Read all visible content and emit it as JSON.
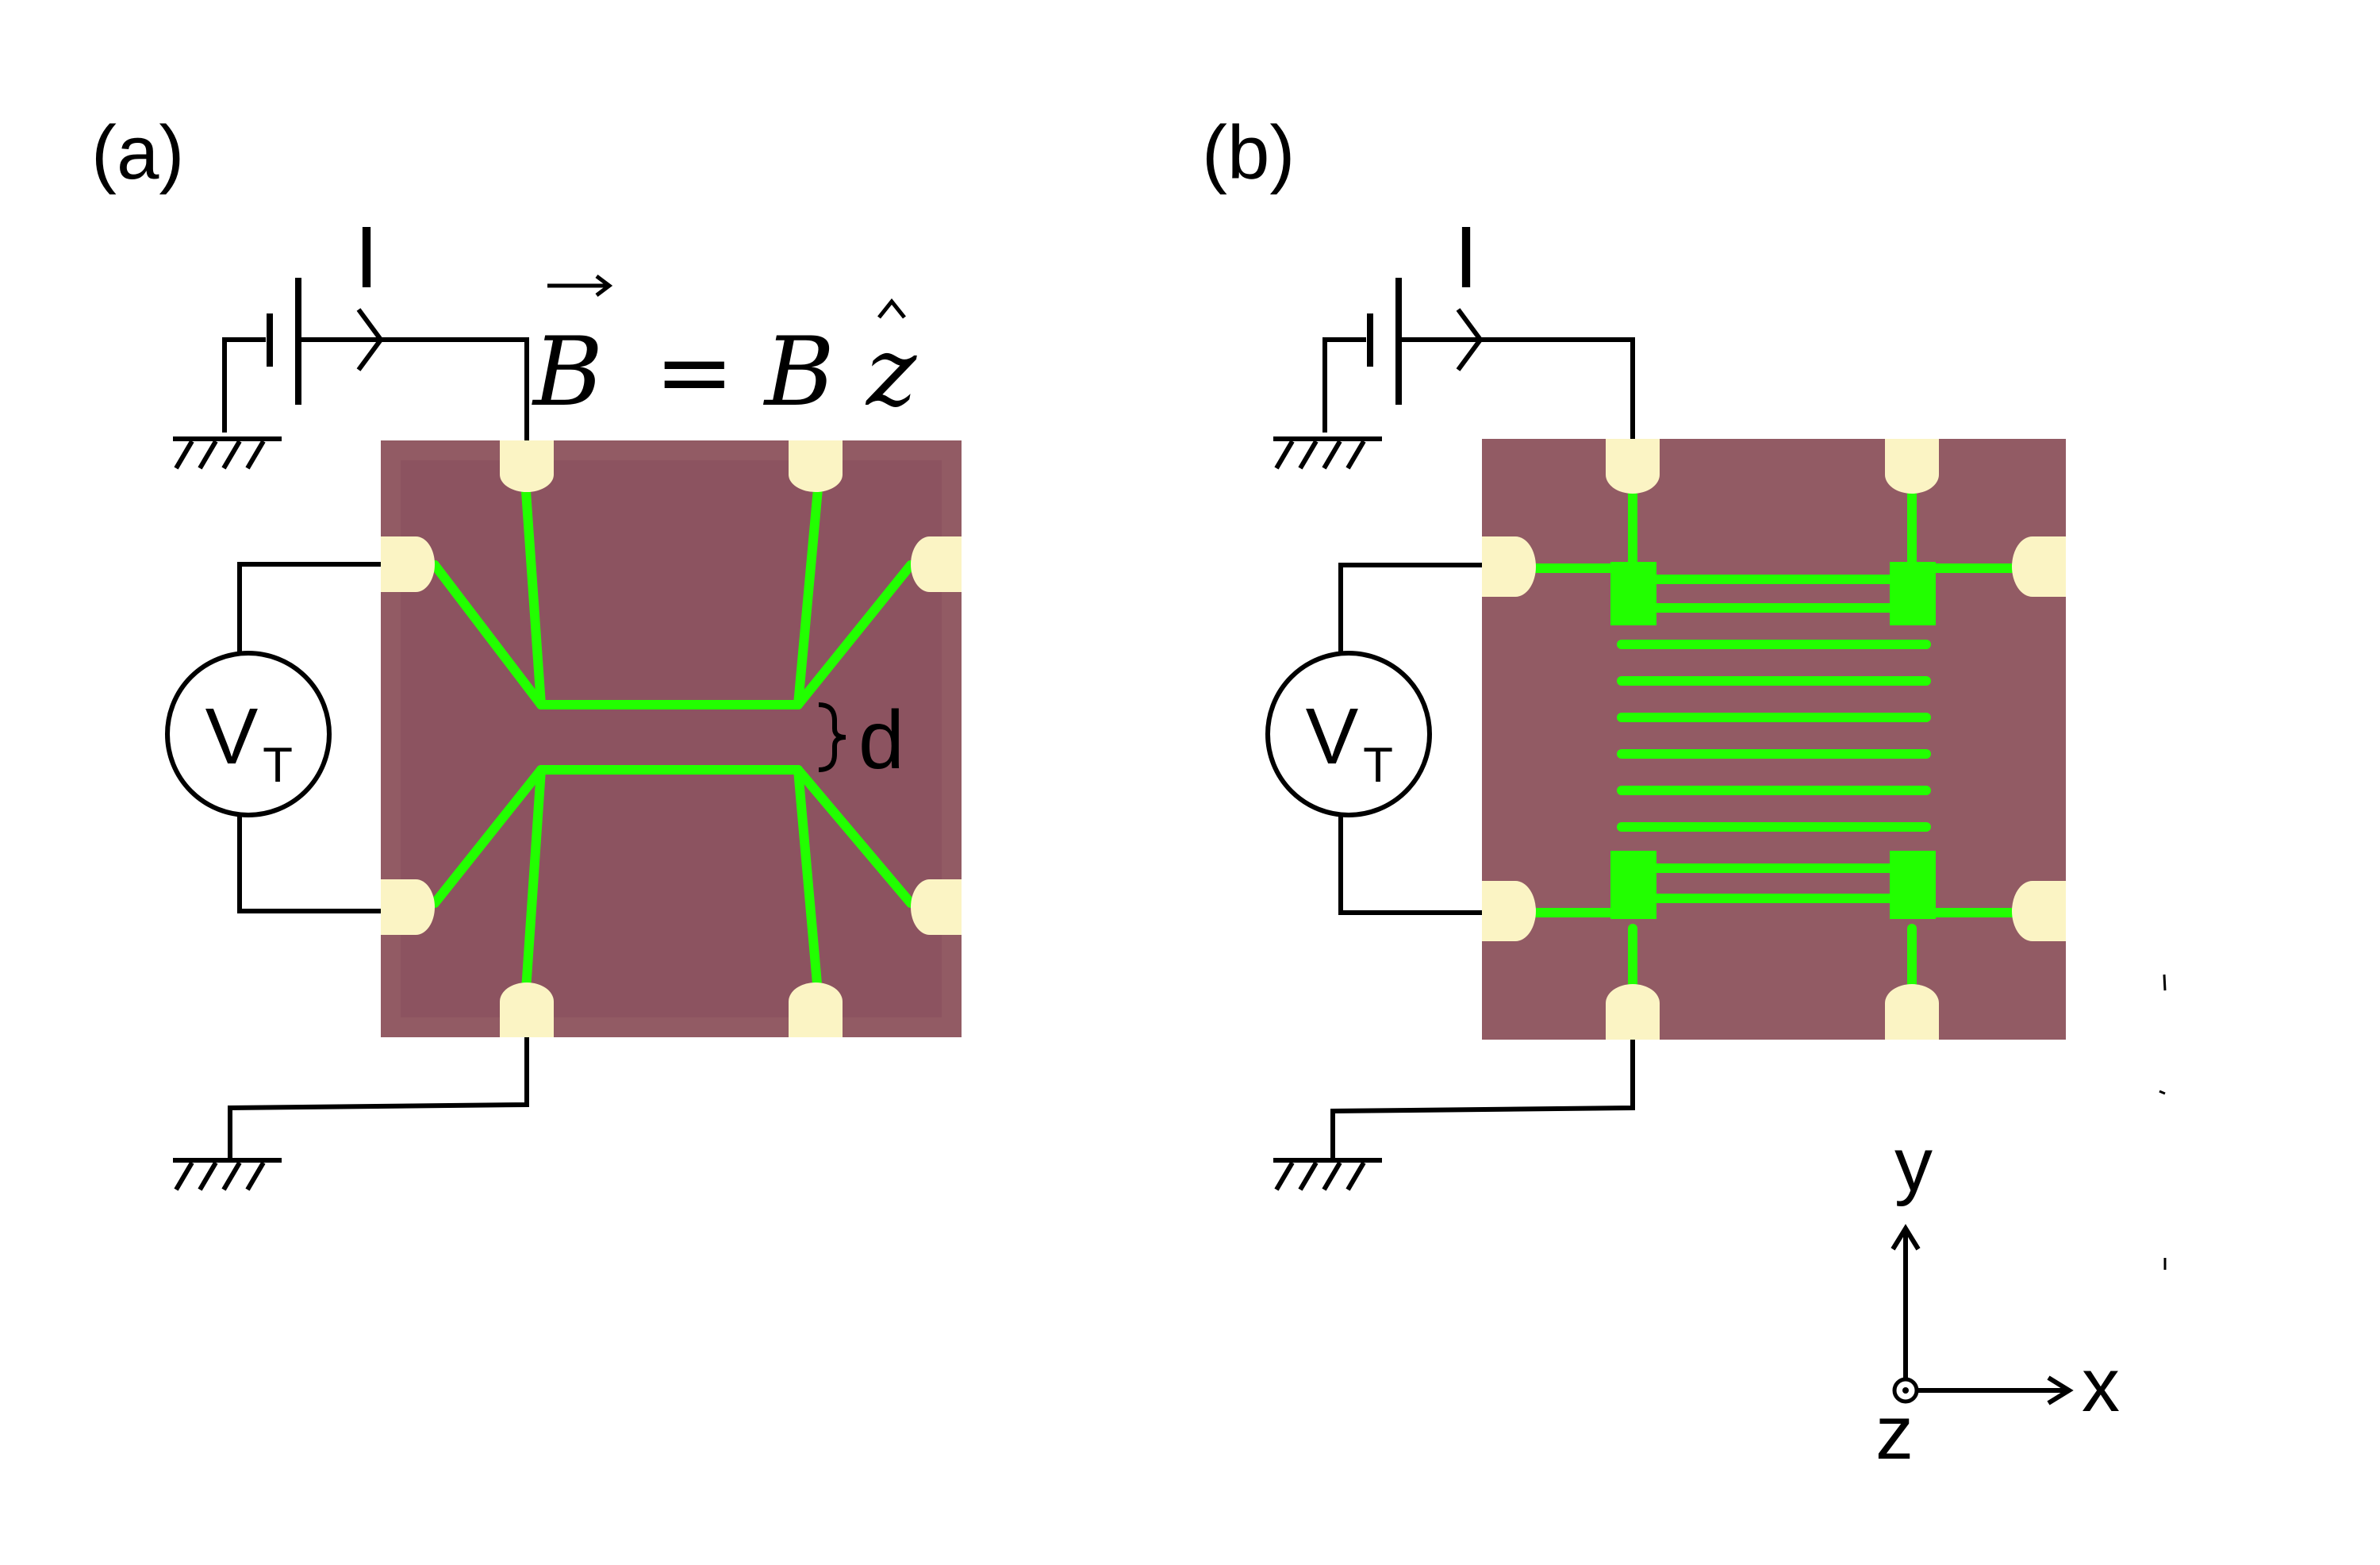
{
  "panel_a": {
    "label": "(a)",
    "current_label": "I",
    "voltmeter_main": "V",
    "voltmeter_sub": "T",
    "field_label": "B",
    "field_equals": "= B",
    "field_unit_vector": "z",
    "gap_label": "d"
  },
  "panel_b": {
    "label": "(b)",
    "current_label": "I",
    "voltmeter_main": "V",
    "voltmeter_sub": "T"
  },
  "axes": {
    "x_label": "x",
    "y_label": "y",
    "z_label": "z"
  },
  "colors": {
    "sample": "#925b64",
    "contact_pad": "#fbf4c4",
    "graphene_lines": "#22ff00",
    "wires": "#000000"
  }
}
